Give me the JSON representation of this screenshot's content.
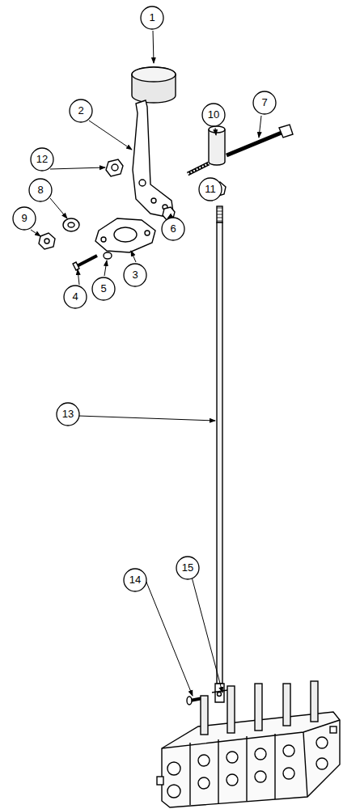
{
  "diagram": {
    "nodes": [
      {
        "text": [
          "1"
        ]
      },
      {
        "text": [
          "7"
        ]
      },
      {
        "text": [
          "2"
        ]
      },
      {
        "text": [
          "10"
        ]
      },
      {
        "text": [
          "12"
        ]
      },
      {
        "text": [
          "8"
        ]
      },
      {
        "text": [
          "11"
        ]
      },
      {
        "text": [
          "9"
        ]
      },
      {
        "text": [
          "6"
        ]
      },
      {
        "text": [
          "5"
        ]
      },
      {
        "text": [
          "3"
        ]
      },
      {
        "text": [
          "4"
        ]
      },
      {
        "text": [
          "13"
        ]
      },
      {
        "text": [
          "14"
        ]
      },
      {
        "text": [
          "15"
        ]
      }
    ]
  }
}
